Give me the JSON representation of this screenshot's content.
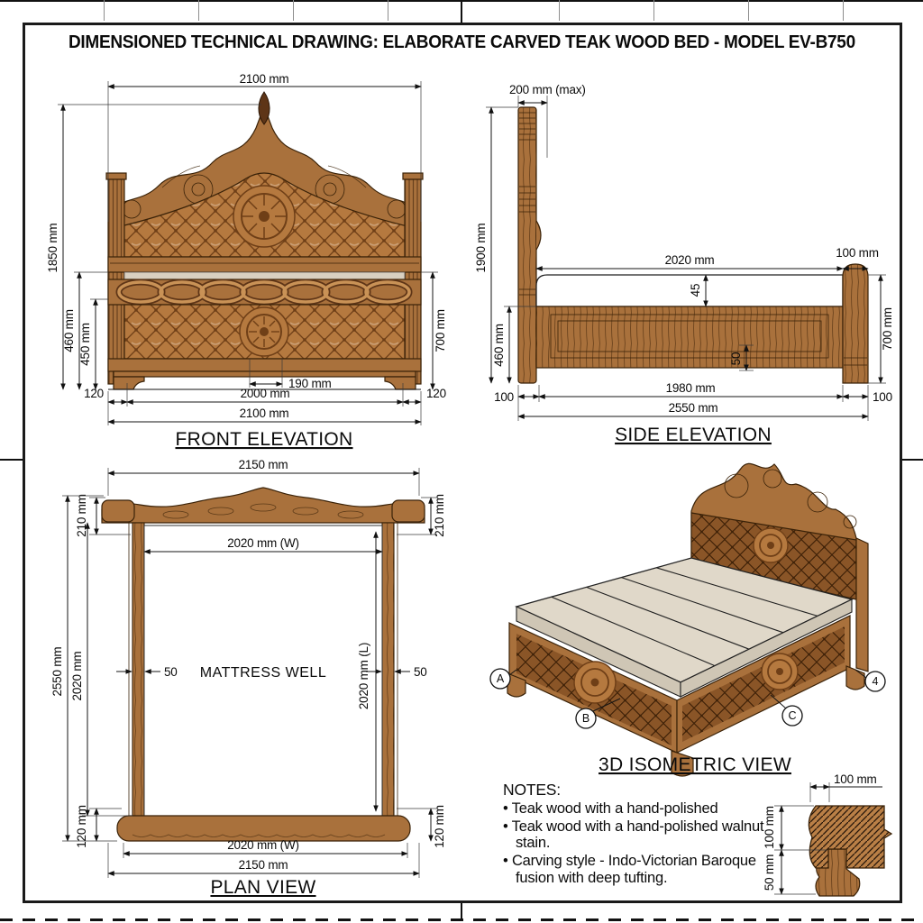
{
  "title": "DIMENSIONED TECHNICAL DRAWING: ELABORATE CARVED TEAK WOOD BED - MODEL EV-B750",
  "front_elevation": {
    "label": "FRONT ELEVATION",
    "dims": {
      "overall_width_top": "2100 mm",
      "overall_height": "1850 mm",
      "rail_height": "460 mm",
      "panel_height": "450 mm",
      "footboard_height": "700 mm",
      "medallion_width": "190 mm",
      "side_left": "120",
      "platform_width": "2000 mm",
      "side_right": "120",
      "overall_width_bottom": "2100 mm"
    }
  },
  "side_elevation": {
    "label": "SIDE ELEVATION",
    "dims": {
      "headboard_thickness": "200 mm (max)",
      "headboard_height": "1900 mm",
      "mattress_length": "2020 mm",
      "footboard_post_top": "100 mm",
      "rail_height": "460 mm",
      "mattress_step": "45",
      "panel_step": "50",
      "post_left": "100",
      "rail_span": "1980 mm",
      "post_right": "100",
      "overall_length": "2550 mm",
      "footboard_height": "700 mm"
    }
  },
  "plan_view": {
    "label": "PLAN VIEW",
    "well_label": "MATTRESS WELL",
    "dims": {
      "overall_width_top": "2150 mm",
      "headboard_depth_left": "210 mm",
      "headboard_depth_right": "210 mm",
      "mattress_width_top": "2020 mm (W)",
      "overall_length": "2550 mm",
      "inner_length": "2020 mm",
      "rail_thickness_left": "50",
      "rail_thickness_right": "50",
      "mattress_length": "2020 mm (L)",
      "footboard_depth_left": "120 mm",
      "footboard_depth_right": "120 mm",
      "mattress_width_bottom": "2020 mm (W)",
      "overall_width_bottom": "2150 mm"
    }
  },
  "isometric": {
    "label": "3D ISOMETRIC VIEW",
    "callouts": [
      "A",
      "B",
      "C",
      "4"
    ]
  },
  "notes": {
    "heading": "NOTES:",
    "items": [
      "Teak wood with a hand-polished",
      "Teak wood with a hand-polished walnut stain.",
      "Carving style - Indo-Victorian Baroque fusion with deep tufting."
    ]
  },
  "detail": {
    "dims": {
      "top_width": "100 mm",
      "rail_height": "100 mm",
      "tenon_height": "50 mm"
    }
  },
  "colors": {
    "wood": "#a9713c",
    "wood_light": "#c99256",
    "wood_dark": "#5e3517",
    "wood_deep": "#8a5527",
    "outline": "#3a2208",
    "tuft": "#b5793f",
    "tuft_dark": "#6f3f17",
    "mattress": "#e0d8c9",
    "mattress_shade": "#cfc6b5",
    "line": "#141414"
  }
}
